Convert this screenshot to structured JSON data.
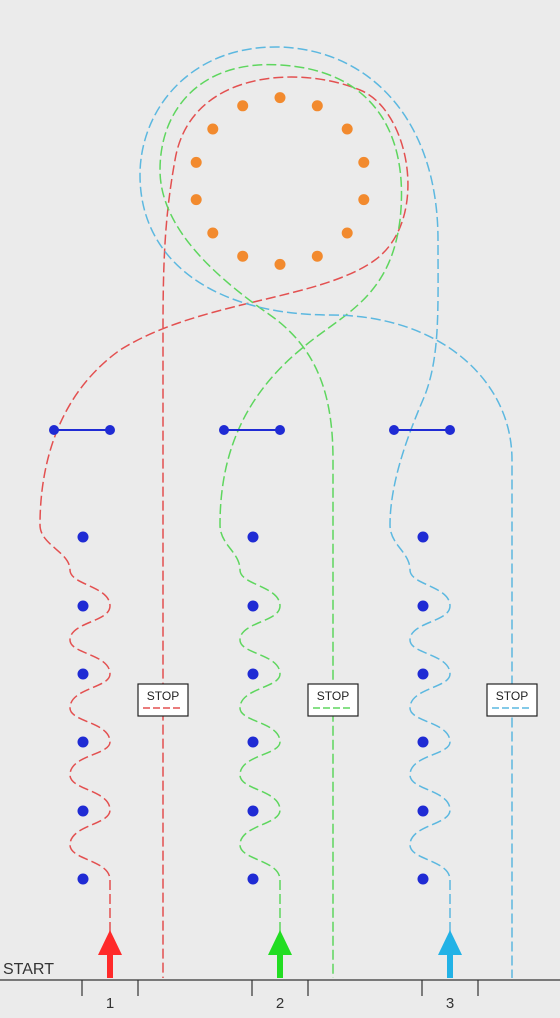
{
  "start_label": "START",
  "stop_label": "STOP",
  "colors": {
    "background": "#ebebeb",
    "baseline": "#333333",
    "bar": "#1f2bd4",
    "weave_cone": "#1f2bd4",
    "circle_cone": "#f28a2e"
  },
  "lanes": [
    {
      "label": "1",
      "color": "#ff2a2a",
      "path_color": "#e35050"
    },
    {
      "label": "2",
      "color": "#22dd22",
      "path_color": "#5ed65e"
    },
    {
      "label": "3",
      "color": "#22b2e6",
      "path_color": "#5cb8e0"
    }
  ],
  "weave_cones_per_lane": 6,
  "circle_cone_count": 14
}
